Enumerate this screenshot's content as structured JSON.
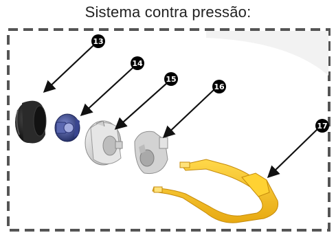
{
  "title": "Sistema contra pressão:",
  "parts": [
    {
      "number": "13"
    },
    {
      "number": "14"
    },
    {
      "number": "15"
    },
    {
      "number": "16"
    },
    {
      "number": "17"
    }
  ],
  "colors": {
    "frame": "#555555",
    "badge": "#000000",
    "badge_text": "#ffffff",
    "part_13": "#1c1c1c",
    "part_14": "#3d4a8c",
    "part_15": "#d8d8d8",
    "part_16": "#cfcfcf",
    "part_17": "#f5c518"
  }
}
